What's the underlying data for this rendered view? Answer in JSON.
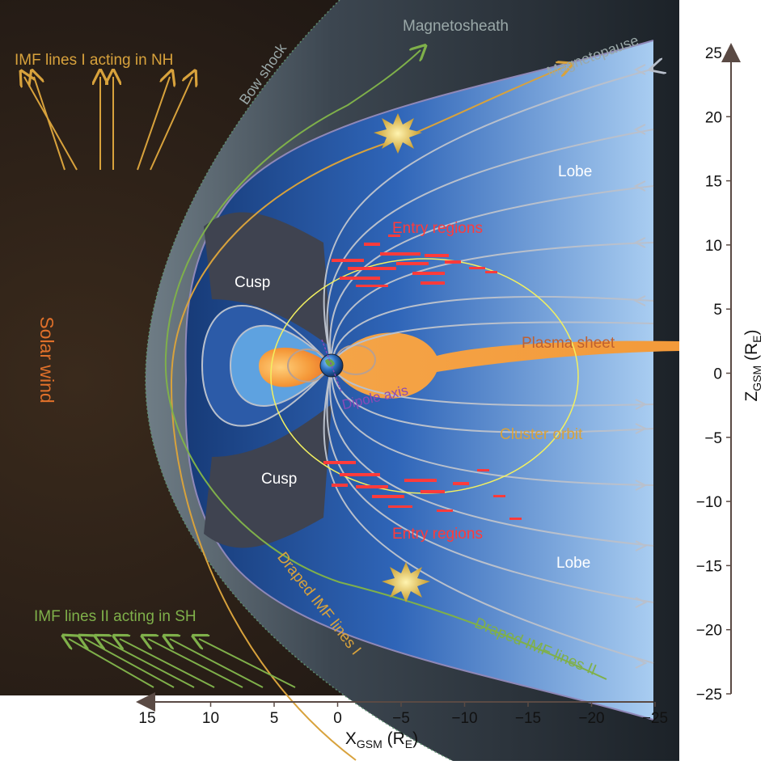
{
  "labels": {
    "magnetosheath": "Magnetosheath",
    "bow_shock": "Bow shock",
    "magnetopause": "Magnetopause",
    "imf_nh": "IMF lines I acting in NH",
    "imf_sh": "IMF lines II acting in SH",
    "solar_wind": "Solar wind",
    "cusp_north": "Cusp",
    "cusp_south": "Cusp",
    "lobe_north": "Lobe",
    "lobe_south": "Lobe",
    "entry_north": "Entry regions",
    "entry_south": "Entry regions",
    "plasma_sheet": "Plasma  sheet",
    "dipole_axis": "Dipole axis",
    "cluster_orbit": "Cluster  orbit",
    "draped_1": "Draped  IMF lines I",
    "draped_2": "Draped IMF lines II"
  },
  "x_axis": {
    "label_main": "X",
    "label_sub": "GSM",
    "label_unit_open": " (R",
    "label_unit_sub": "E",
    "label_unit_close": ")",
    "ticks": [
      "15",
      "10",
      "5",
      "0",
      "−5",
      "−10",
      "−15",
      "−20",
      "−25"
    ]
  },
  "z_axis": {
    "label_main": "Z",
    "label_sub": "GSM",
    "label_unit_open": " (R",
    "label_unit_sub": "E",
    "label_unit_close": ")",
    "ticks": [
      "25",
      "20",
      "15",
      "10",
      "5",
      "0",
      "−5",
      "−10",
      "−15",
      "−20",
      "−25"
    ]
  },
  "colors": {
    "imf_nh": "#d8a23c",
    "imf_sh": "#7fb04a",
    "entry": "#ff3b3b",
    "cusp_text": "#ffffff",
    "plasma": "#f39a3a",
    "orbit": "#f2f060",
    "field_line": "#b9c0cc",
    "axis": "#ffffff",
    "sheath_text": "#9aa8a8"
  }
}
